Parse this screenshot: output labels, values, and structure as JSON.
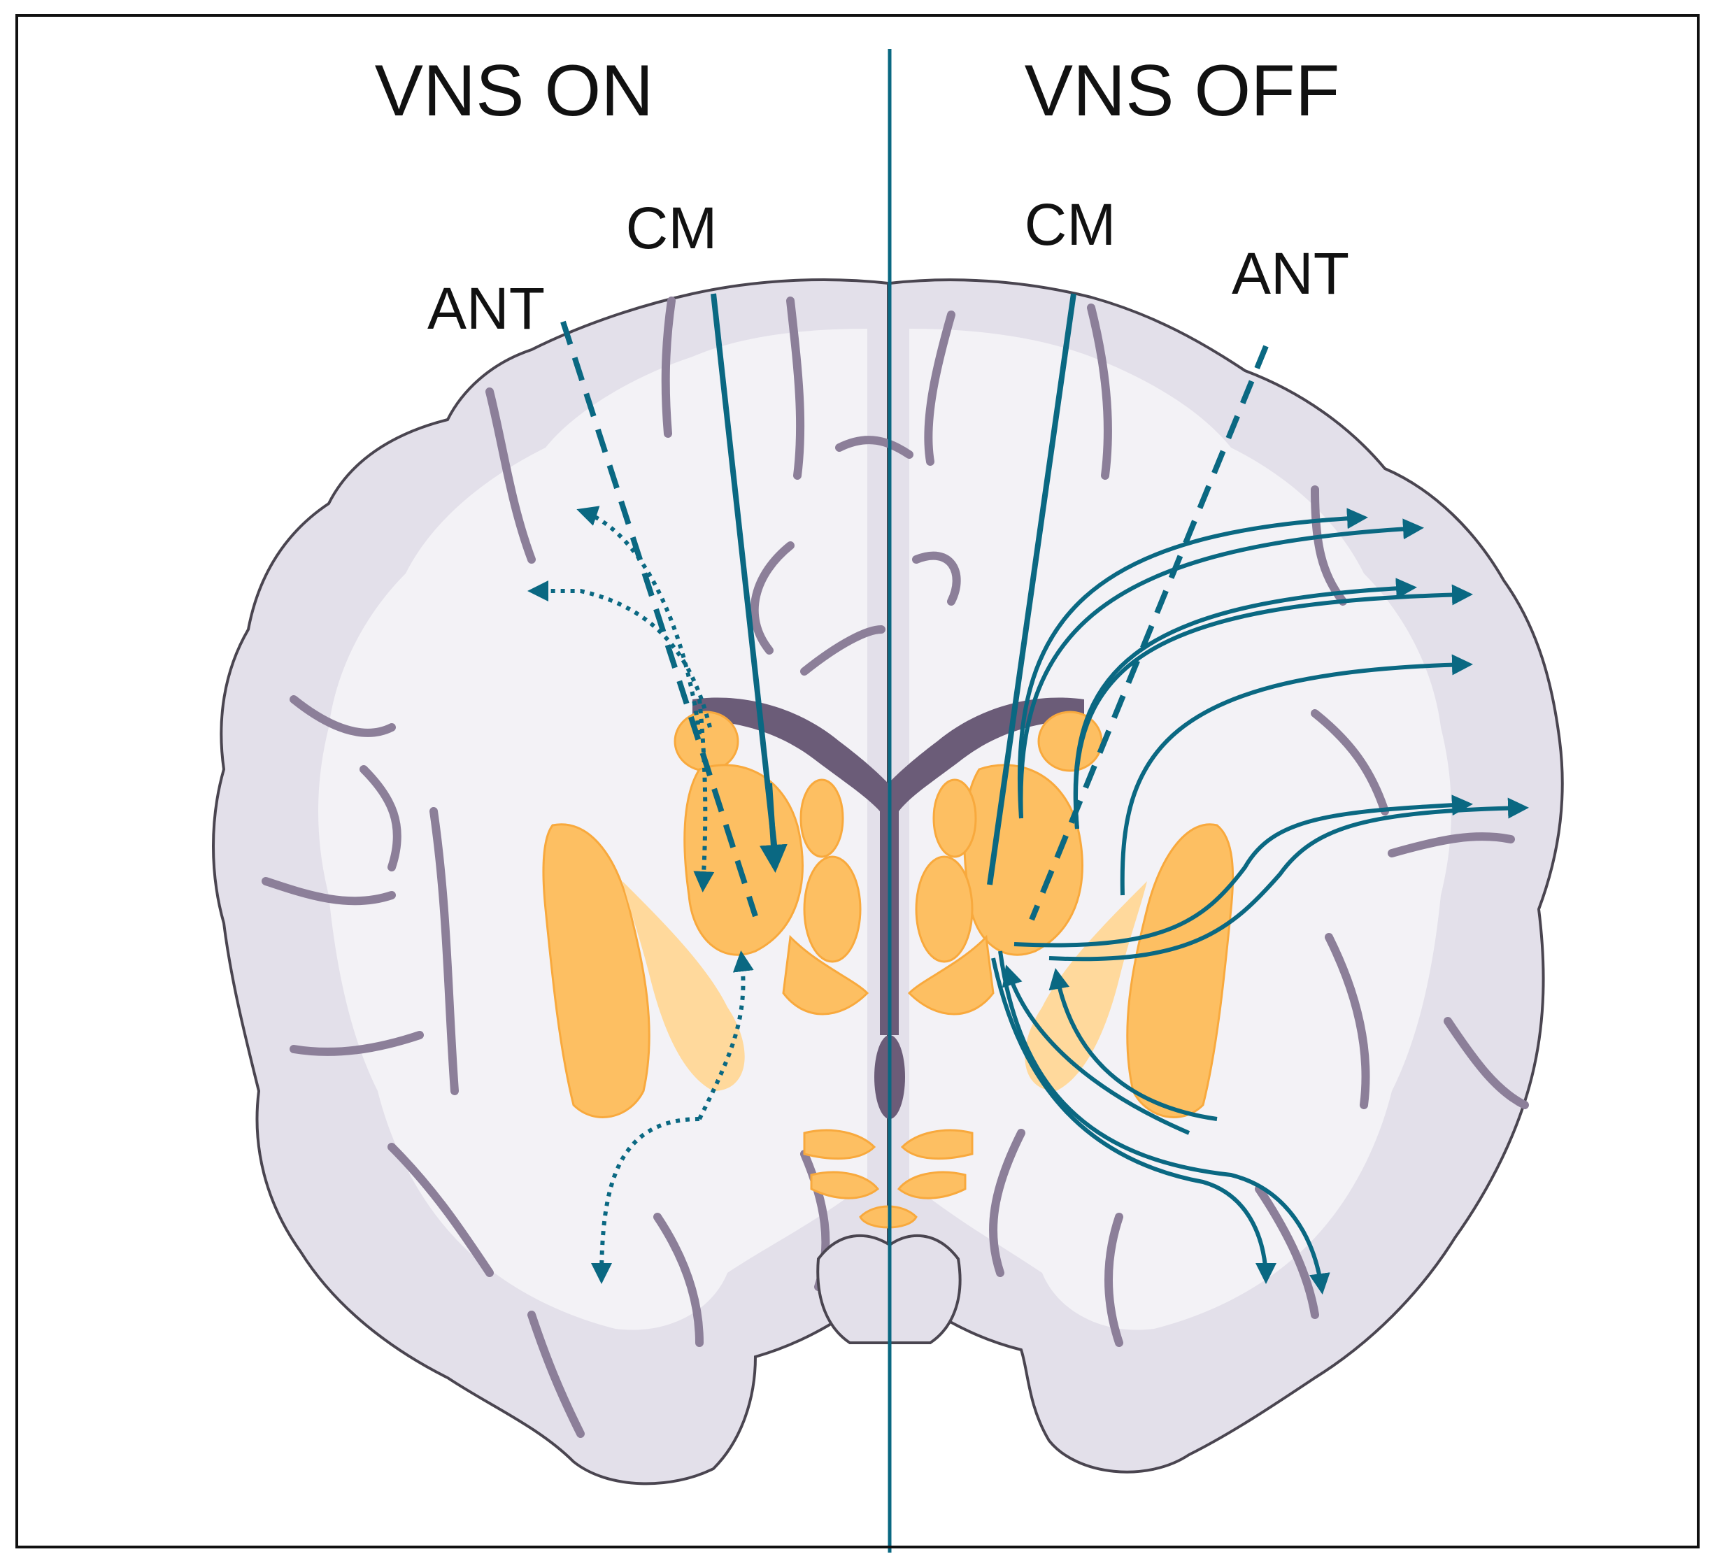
{
  "panels": {
    "left": {
      "title": "VNS ON",
      "labels": {
        "cm": "CM",
        "ant": "ANT"
      }
    },
    "right": {
      "title": "VNS OFF",
      "labels": {
        "cm": "CM",
        "ant": "ANT"
      }
    }
  },
  "colors": {
    "electrode": "#0a6882",
    "cortex_grey": "#e3e0ea",
    "white_matter": "#f3f2f6",
    "thalamus_orange": "#fdbf62",
    "ventricle": "#6b5c78"
  },
  "legend_meaning": null
}
